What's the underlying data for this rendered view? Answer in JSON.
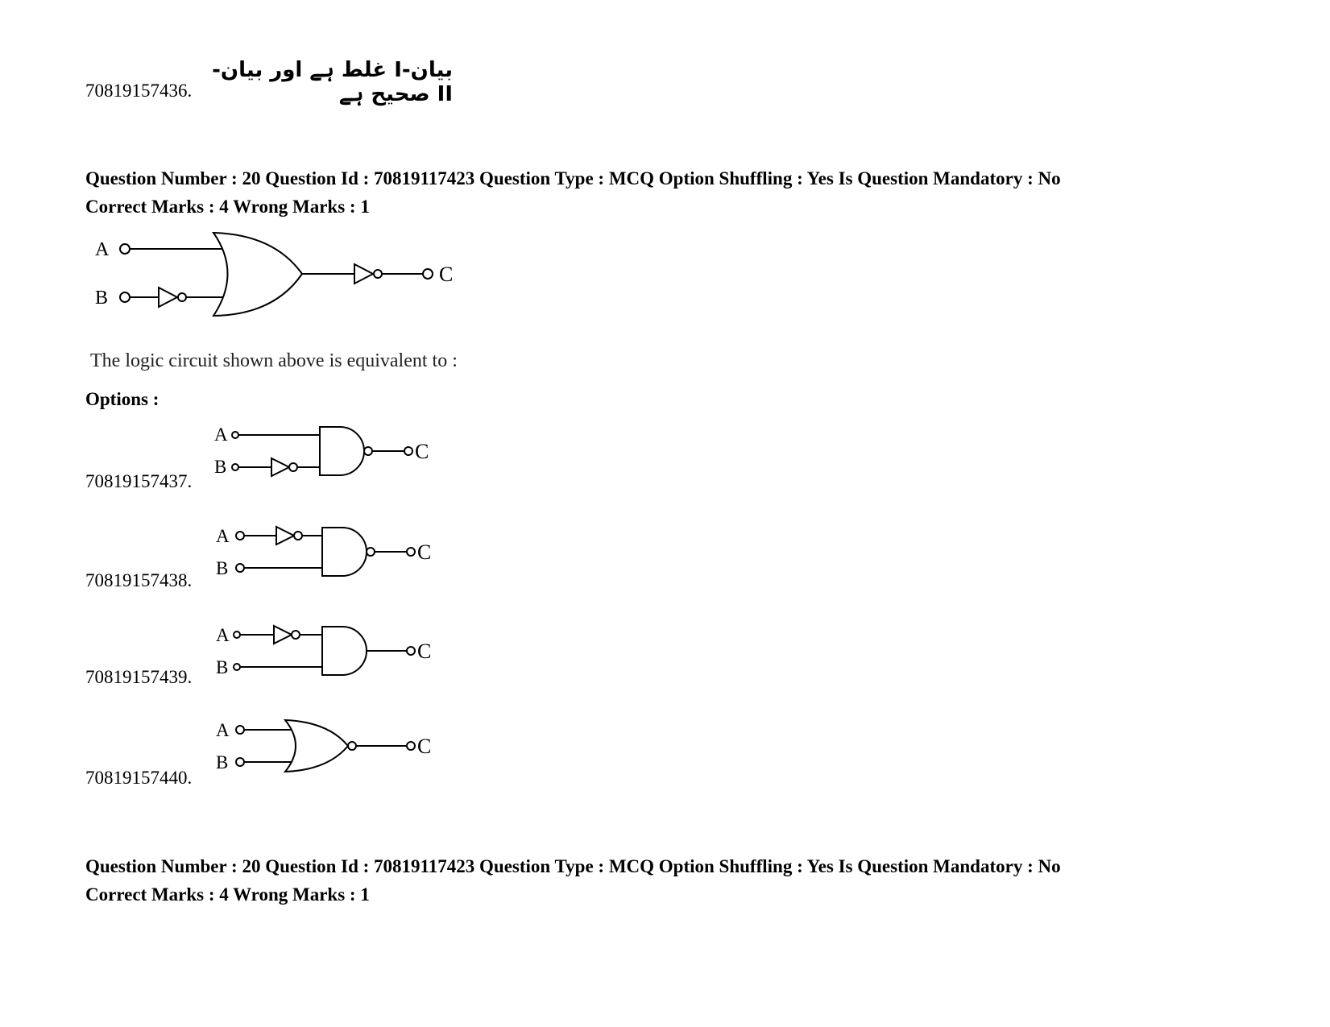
{
  "prev_option": {
    "number": "70819157436.",
    "urdu_text": "بیان-I غلط ہے اور بیان-II صحیح ہے"
  },
  "question": {
    "meta_line1": "Question Number : 20 Question Id : 70819117423 Question Type : MCQ Option Shuffling : Yes Is Question Mandatory : No",
    "meta_line2": "Correct Marks : 4 Wrong Marks : 1",
    "circuit_labels": {
      "a": "A",
      "b": "B",
      "c": "C"
    },
    "stem": "The logic circuit shown above is equivalent to :",
    "options_label": "Options :"
  },
  "options": [
    {
      "number": "70819157437.",
      "a": "A",
      "b": "B",
      "c": "C"
    },
    {
      "number": "70819157438.",
      "a": "A",
      "b": "B",
      "c": "C"
    },
    {
      "number": "70819157439.",
      "a": "A",
      "b": "B",
      "c": "C"
    },
    {
      "number": "70819157440.",
      "a": "A",
      "b": "B",
      "c": "C"
    }
  ],
  "next_question": {
    "meta_line1": "Question Number : 20 Question Id : 70819117423 Question Type : MCQ Option Shuffling : Yes Is Question Mandatory : No",
    "meta_line2": "Correct Marks : 4 Wrong Marks : 1"
  }
}
